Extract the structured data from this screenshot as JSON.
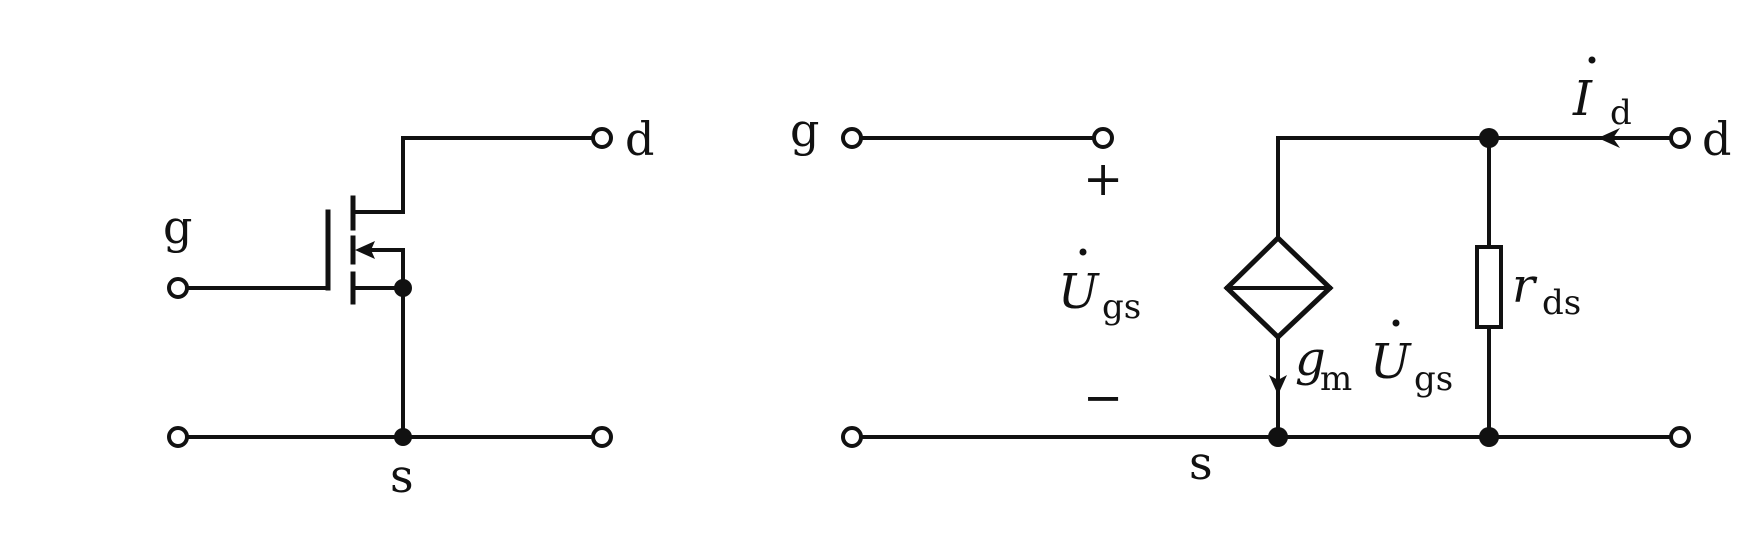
{
  "colors": {
    "stroke": "#111111",
    "background": "#ffffff"
  },
  "left": {
    "gate_label": "g",
    "drain_label": "d",
    "source_label": "s"
  },
  "right": {
    "gate_label": "g",
    "drain_label": "d",
    "source_label": "s",
    "plus_sign": "+",
    "minus_sign": "−",
    "ugs": {
      "base": "U",
      "sub": "gs"
    },
    "current": {
      "base": "I",
      "sub": "d"
    },
    "source_expr": {
      "g": "g",
      "g_sub": "m",
      "u": "U",
      "u_sub": "gs"
    },
    "resistor": {
      "base": "r",
      "sub": "ds"
    }
  }
}
